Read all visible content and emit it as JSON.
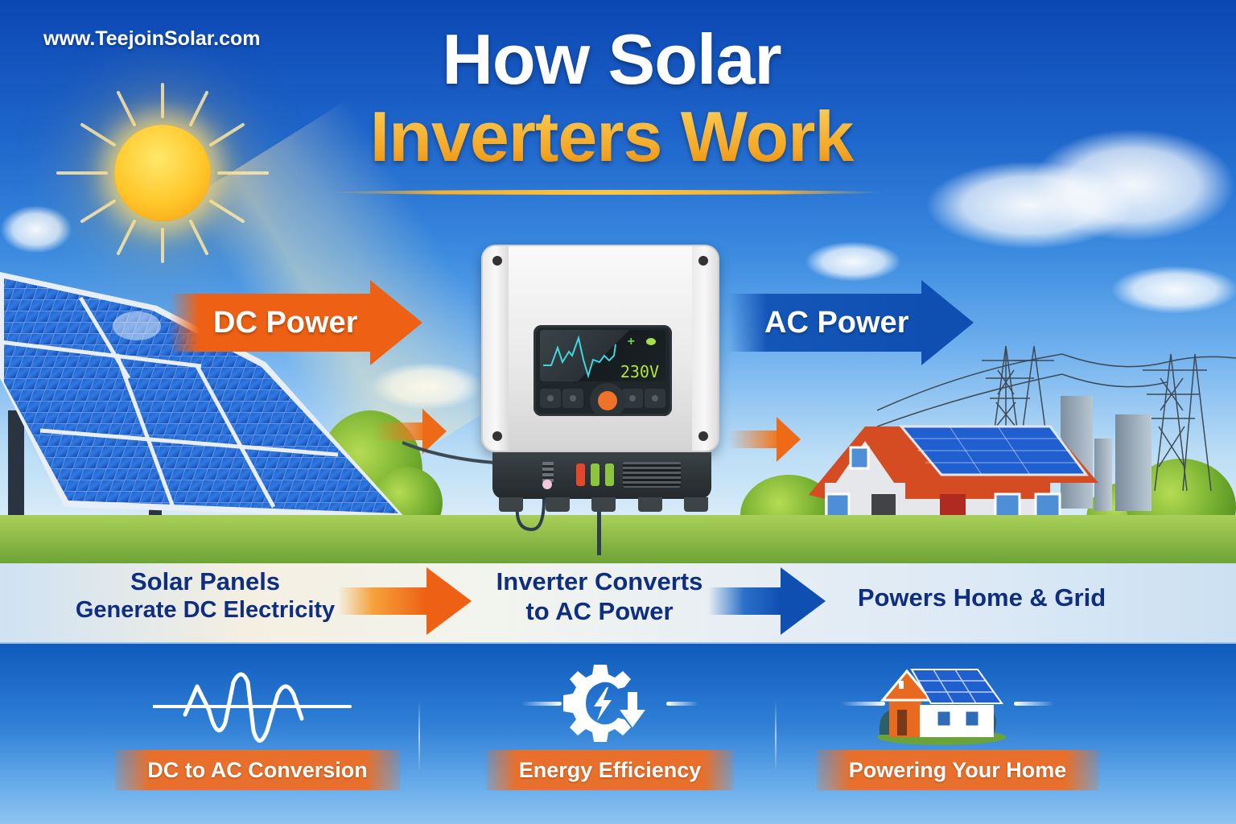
{
  "header": {
    "site_url": "www.TeejoinSolar.com",
    "title_line1": "How Solar",
    "title_line2": "Inverters Work"
  },
  "diagram": {
    "dc_arrow_label": "DC Power",
    "ac_arrow_label": "AC Power",
    "inverter": {
      "display_voltage": "230V",
      "status_symbol": "+",
      "indicator_colors": [
        "#e4482a",
        "#8cc63f",
        "#8cc63f"
      ]
    },
    "source": "solar-panels",
    "destination": [
      "house",
      "power-grid",
      "city-buildings"
    ]
  },
  "flow": {
    "steps": [
      {
        "line1": "Solar Panels",
        "line2": "Generate DC Electricity"
      },
      {
        "line1": "Inverter Converts",
        "line2": "to AC Power"
      },
      {
        "line1": "Powers Home & Grid",
        "line2": ""
      }
    ],
    "arrow_colors": [
      "#ee6014",
      "#0f4fb2"
    ]
  },
  "features": [
    {
      "icon": "sine-wave-icon",
      "label": "DC to AC Conversion"
    },
    {
      "icon": "gear-lightning-icon",
      "label": "Energy Efficiency"
    },
    {
      "icon": "solar-house-icon",
      "label": "Powering Your Home"
    }
  ],
  "colors": {
    "sky_top": "#0b47b3",
    "title_gold": "#f5a623",
    "dc_orange": "#ee6014",
    "ac_blue": "#0f4fb2",
    "text_navy": "#0e2f80",
    "badge_orange": "#e8702c"
  }
}
